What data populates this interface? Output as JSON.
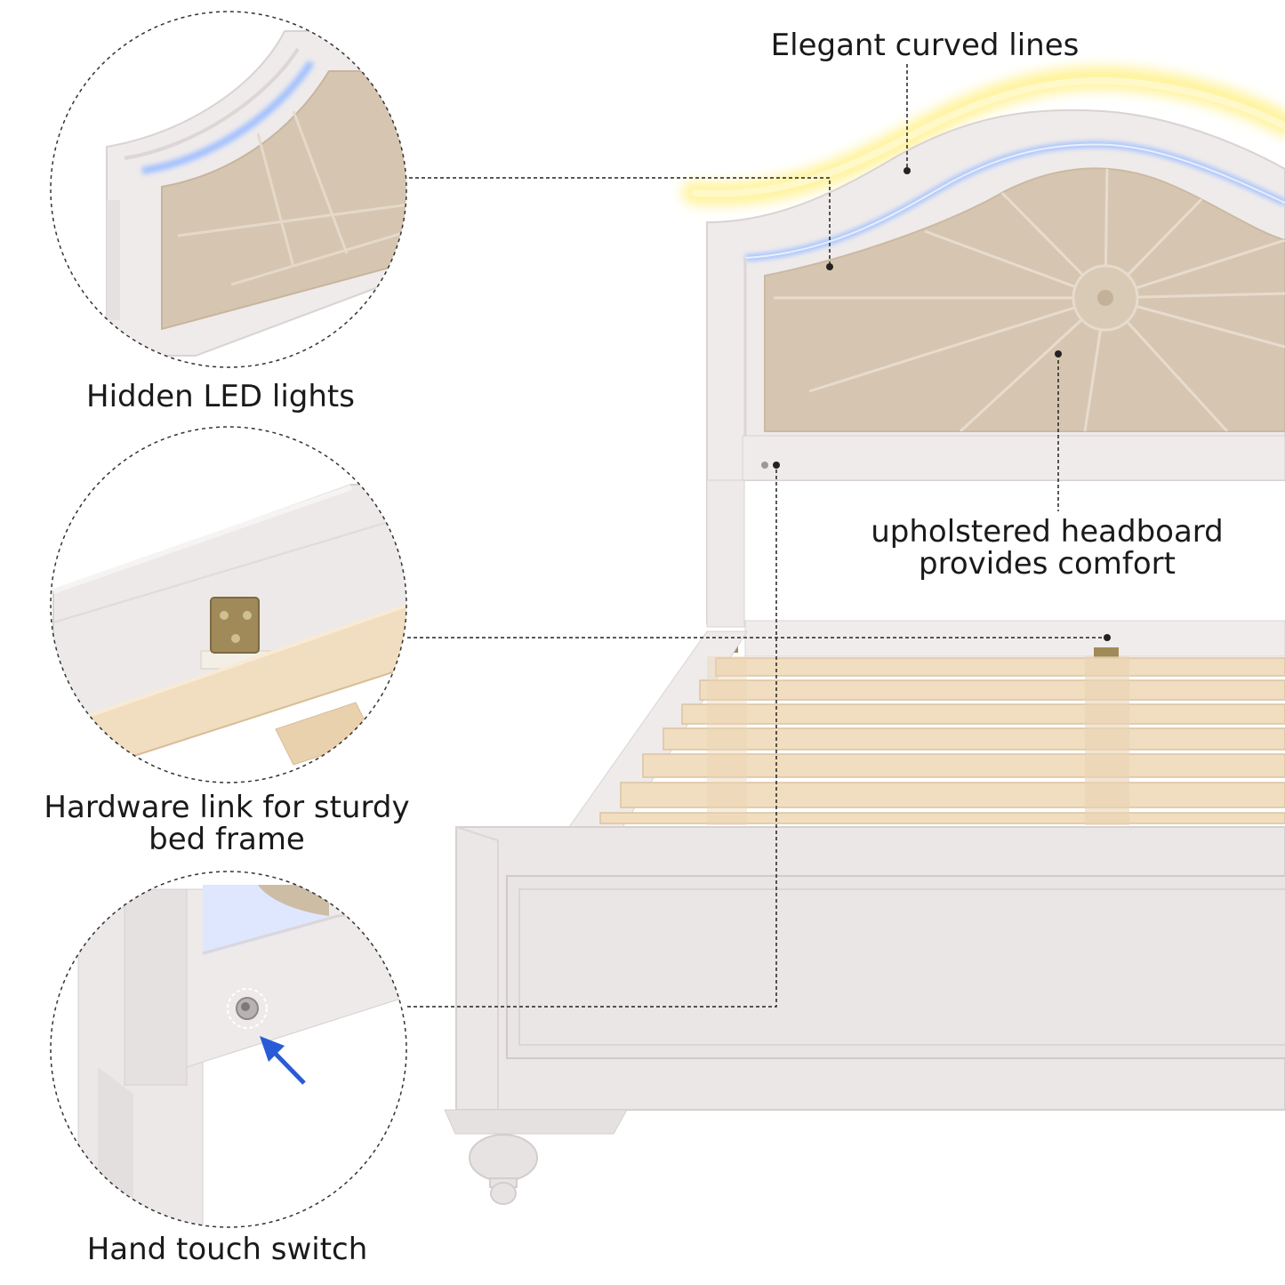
{
  "callouts": {
    "elegant_curves": "Elegant curved lines",
    "hidden_led": "Hidden LED lights",
    "hardware_link_line1": "Hardware link for sturdy",
    "hardware_link_line2": "bed frame",
    "upholstered_line1": "upholstered headboard",
    "upholstered_line2": "provides comfort",
    "touch_switch": "Hand touch switch"
  },
  "colors": {
    "frame_white": "#efebeb",
    "frame_shadow": "#d9d3d3",
    "upholstery": "#d6c6b1",
    "upholstery_seam": "#e7dccd",
    "slat_wood": "#f1ddbf",
    "slat_shadow": "#dcc3a0",
    "led_blue": "#7ea8ff",
    "led_glow": "#fff06a",
    "bracket_brass": "#a08a5a",
    "arrow_blue": "#2a5bd7",
    "text": "#1a1a1a"
  }
}
